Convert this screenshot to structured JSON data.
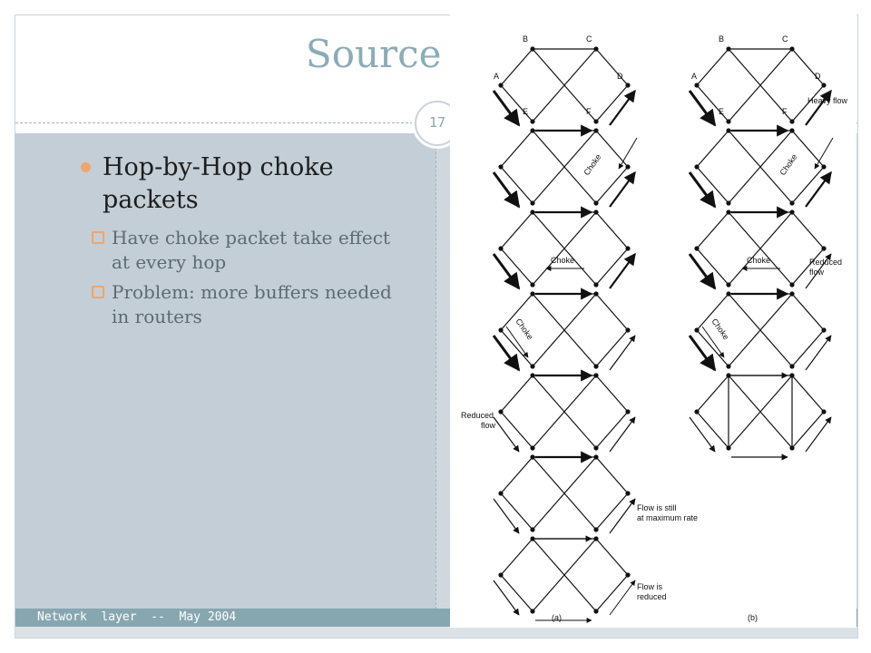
{
  "slide": {
    "title": "Source based",
    "page_number": "17",
    "footer": "Network  layer  --  May 2004",
    "bullets": [
      {
        "text": "Hop-by-Hop choke packets",
        "sub": [
          "Have choke packet take effect at every hop",
          "Problem: more buffers needed in routers"
        ]
      }
    ]
  },
  "figure": {
    "node_labels": {
      "A": "A",
      "B": "B",
      "C": "C",
      "D": "D",
      "E": "E",
      "F": "F"
    },
    "choke_label": "Choke",
    "annotations": {
      "heavy_flow": "Heavy flow",
      "reduced": "Reduced",
      "flow": "flow",
      "flow_is_still": "Flow is still",
      "at_maximum_rate": "at maximum rate",
      "flow_is": "Flow is",
      "reduced_lower": "reduced"
    },
    "panel_labels": {
      "a": "(a)",
      "b": "(b)"
    }
  },
  "colors": {
    "title": "#8aacb8",
    "content_panel": "#c3ced6",
    "footer_bar": "#87a7b0",
    "bullet_accent": "#f0a56a"
  }
}
